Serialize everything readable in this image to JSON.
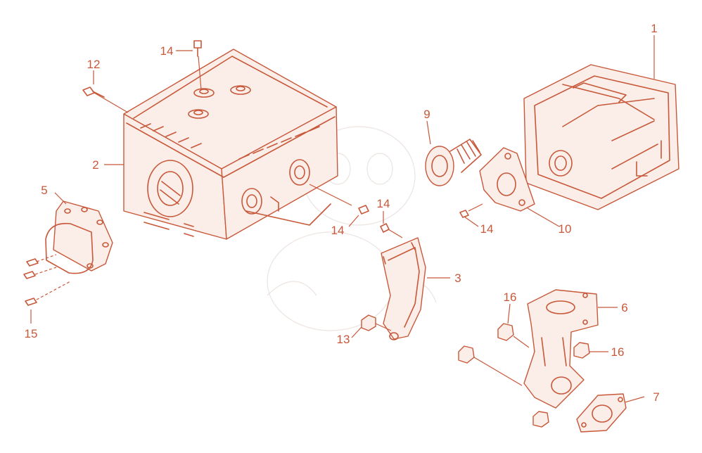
{
  "colors": {
    "line": "#c8583a",
    "fill": "#fbeee8",
    "background": "#ffffff"
  },
  "labels": {
    "p1": "1",
    "p2": "2",
    "p3": "3",
    "p5": "5",
    "p6": "6",
    "p7": "7",
    "p9": "9",
    "p10": "10",
    "p12": "12",
    "p13": "13",
    "p14a": "14",
    "p14b": "14",
    "p14c": "14",
    "p14d": "14",
    "p15": "15",
    "p16a": "16",
    "p16b": "16"
  }
}
